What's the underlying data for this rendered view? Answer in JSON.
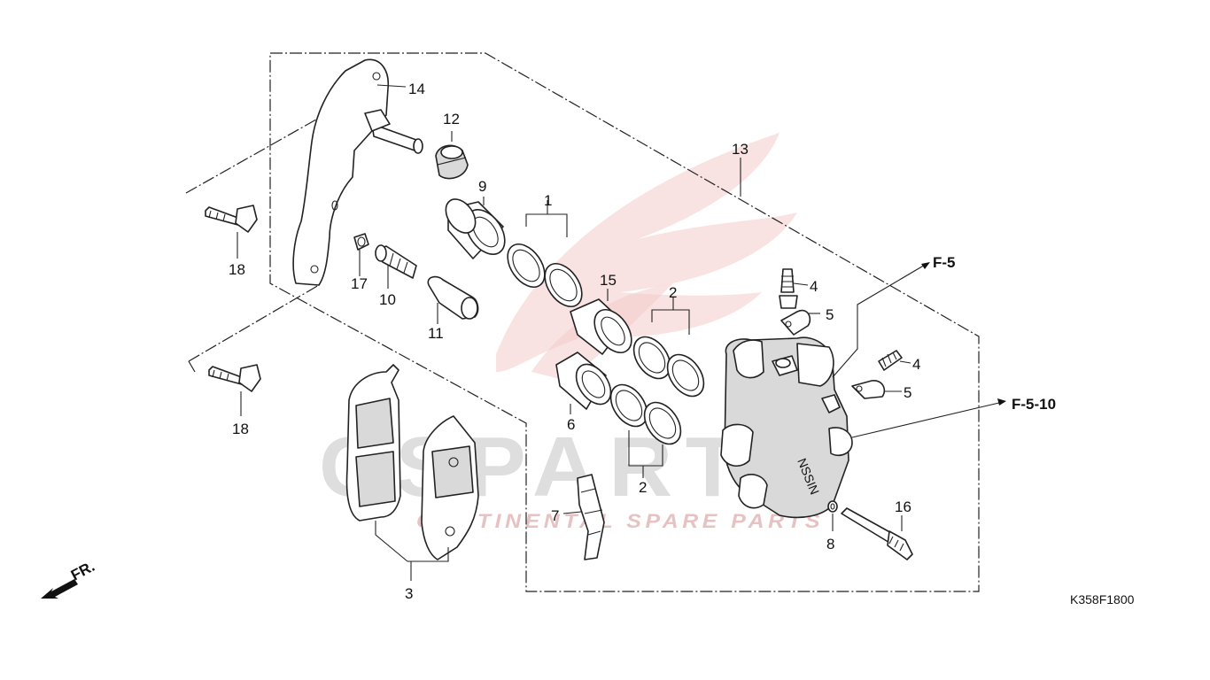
{
  "watermark": {
    "brand_text": "CSPARTS",
    "tagline": "CONTINENTAL SPARE PARTS"
  },
  "callouts": [
    {
      "id": "1",
      "label": "1"
    },
    {
      "id": "2a",
      "label": "2"
    },
    {
      "id": "2b",
      "label": "2"
    },
    {
      "id": "3",
      "label": "3"
    },
    {
      "id": "4a",
      "label": "4"
    },
    {
      "id": "4b",
      "label": "4"
    },
    {
      "id": "5a",
      "label": "5"
    },
    {
      "id": "5b",
      "label": "5"
    },
    {
      "id": "6",
      "label": "6"
    },
    {
      "id": "7",
      "label": "7"
    },
    {
      "id": "8",
      "label": "8"
    },
    {
      "id": "9",
      "label": "9"
    },
    {
      "id": "10",
      "label": "10"
    },
    {
      "id": "11",
      "label": "11"
    },
    {
      "id": "12",
      "label": "12"
    },
    {
      "id": "13",
      "label": "13"
    },
    {
      "id": "14",
      "label": "14"
    },
    {
      "id": "15",
      "label": "15"
    },
    {
      "id": "16",
      "label": "16"
    },
    {
      "id": "17",
      "label": "17"
    },
    {
      "id": "18a",
      "label": "18"
    },
    {
      "id": "18b",
      "label": "18"
    }
  ],
  "references": {
    "f5": "F-5",
    "f510": "F-5-10"
  },
  "front_indicator": "FR.",
  "drawing_code": "K358F1800",
  "caliper_marking": "NSSIN"
}
